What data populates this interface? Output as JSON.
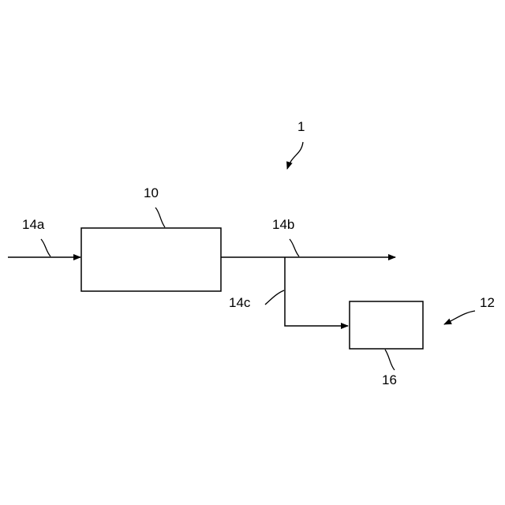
{
  "labels": {
    "system": "1",
    "unit_10": "10",
    "subsystem": "12",
    "stream_14a": "14a",
    "stream_14b": "14b",
    "stream_14c": "14c",
    "unit_16": "16"
  },
  "colors": {
    "ink": "#000000",
    "background": "#ffffff"
  }
}
